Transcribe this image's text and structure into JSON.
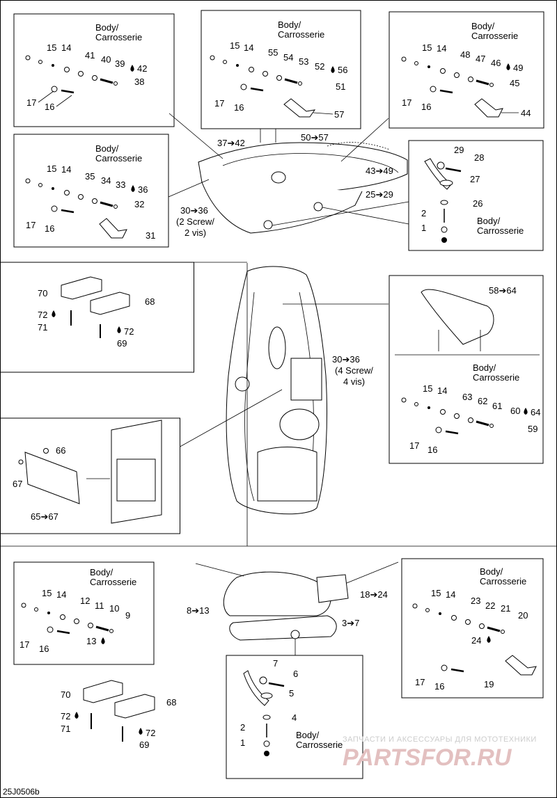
{
  "body_label_line1": "Body/",
  "body_label_line2": "Carrosserie",
  "figure_code": "25J0506b",
  "watermark": {
    "small": "ЗАПЧАСТИ И АКСЕССУАРЫ ДЛЯ МОТОТЕХНИКИ",
    "big": "PARTSFOR.RU"
  },
  "center_callouts": {
    "c37": "37➔42",
    "c50": "50➔57",
    "c43": "43➔49",
    "c25": "25➔29",
    "c30a": "30➔36",
    "c30a_note1": "(2 Screw/",
    "c30a_note2": "2 vis)",
    "c30b": "30➔36",
    "c30b_note1": "(4 Screw/",
    "c30b_note2": "4 vis)",
    "c58": "58➔64",
    "c65": "65➔67",
    "c8": "8➔13",
    "c18": "18➔24",
    "c3": "3➔7"
  },
  "box_a": [
    "15",
    "14",
    "41",
    "40",
    "39",
    "42",
    "38",
    "17",
    "16"
  ],
  "box_b": [
    "15",
    "14",
    "55",
    "54",
    "53",
    "52",
    "56",
    "51",
    "17",
    "16",
    "57"
  ],
  "box_c": [
    "15",
    "14",
    "48",
    "47",
    "46",
    "49",
    "45",
    "17",
    "16",
    "44"
  ],
  "box_d": [
    "15",
    "14",
    "35",
    "34",
    "33",
    "36",
    "32",
    "17",
    "16",
    "31"
  ],
  "box_e": [
    "29",
    "28",
    "27",
    "26",
    "2",
    "1"
  ],
  "box_f": [
    "70",
    "68",
    "72",
    "71",
    "72",
    "69"
  ],
  "box_g": [
    "15",
    "14",
    "63",
    "62",
    "61",
    "60",
    "64",
    "59",
    "17",
    "16"
  ],
  "box_h": [
    "66",
    "67"
  ],
  "box_i": [
    "15",
    "14",
    "12",
    "11",
    "10",
    "9",
    "13",
    "17",
    "16"
  ],
  "box_j": [
    "15",
    "14",
    "23",
    "22",
    "21",
    "20",
    "24",
    "17",
    "16",
    "19"
  ],
  "box_k": [
    "70",
    "68",
    "72",
    "71",
    "72",
    "69"
  ],
  "box_l": [
    "7",
    "6",
    "5",
    "4",
    "2",
    "1"
  ]
}
